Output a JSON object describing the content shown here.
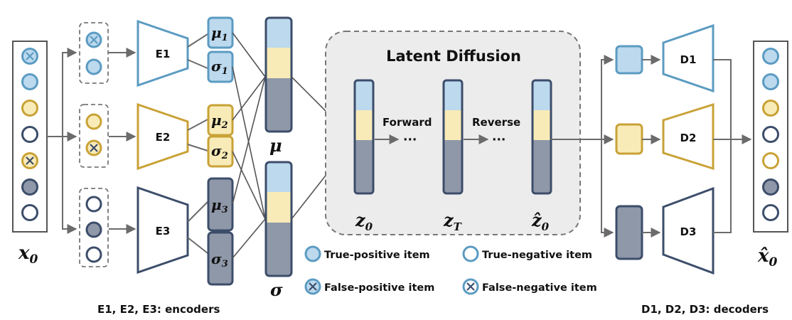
{
  "colors": {
    "blue": "#5b9bc2",
    "blue_fill": "#bcd9ee",
    "gold": "#c9a236",
    "gold_fill": "#f8ebb8",
    "navy": "#3c4d6a",
    "navy_fill": "#8f98a8",
    "arrow": "#6b6b6b",
    "latent_bg": "#ececec"
  },
  "input": {
    "label": "x",
    "sub": "0"
  },
  "output": {
    "label": "x̂",
    "sub": "0"
  },
  "encoders": {
    "e1": "E1",
    "e2": "E2",
    "e3": "E3",
    "caption": "E1, E2, E3: encoders"
  },
  "params": {
    "mu1": "μ",
    "mu1_sub": "1",
    "sigma1": "σ",
    "sigma1_sub": "1",
    "mu2": "μ",
    "mu2_sub": "2",
    "sigma2": "σ",
    "sigma2_sub": "2",
    "mu3": "μ",
    "mu3_sub": "3",
    "sigma3": "σ",
    "sigma3_sub": "3"
  },
  "combined": {
    "mu": "μ",
    "sigma": "σ"
  },
  "latent": {
    "title": "Latent Diffusion",
    "forward": "Forward",
    "reverse": "Reverse",
    "dots": "···",
    "z0": "z",
    "z0_sub": "0",
    "zT": "z",
    "zT_sub": "T",
    "zhat": "ẑ",
    "zhat_sub": "0"
  },
  "decoders": {
    "d1": "D1",
    "d2": "D2",
    "d3": "D3",
    "caption": "D1, D2, D3: decoders"
  },
  "legend": {
    "true_positive": "True-positive item",
    "true_negative": "True-negative item",
    "false_positive": "False-positive item",
    "false_negative": "False-negative item"
  }
}
